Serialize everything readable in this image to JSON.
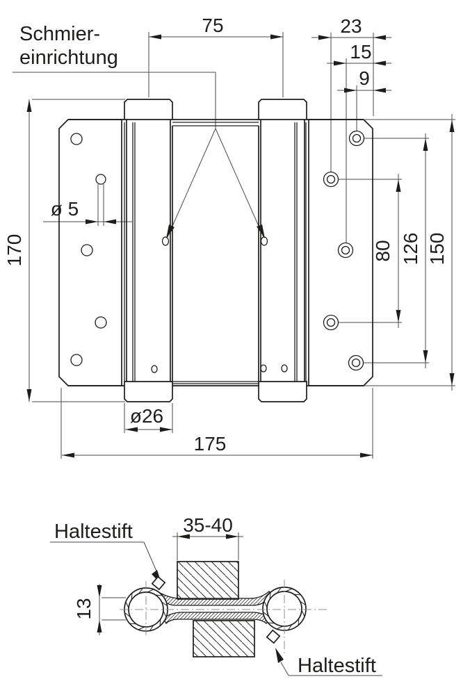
{
  "drawing": {
    "labels": {
      "lubrication_line1": "Schmier-",
      "lubrication_line2": "einrichtung",
      "holding_pin_top": "Haltestift",
      "holding_pin_bottom": "Haltestift"
    },
    "dimensions": {
      "spring_spacing": "75",
      "edge_offset_a": "23",
      "edge_offset_b": "15",
      "edge_offset_c": "9",
      "height_overall": "170",
      "pin_hole_dia": "ø 5",
      "hole_span_a": "80",
      "hole_span_b": "126",
      "plate_height": "150",
      "barrel_dia": "ø26",
      "width_overall": "175",
      "door_thickness": "35-40",
      "leaf_stack": "13"
    },
    "colors": {
      "line": "#1d1d1b",
      "dim_line": "#4a4a4a",
      "background": "#ffffff"
    }
  }
}
